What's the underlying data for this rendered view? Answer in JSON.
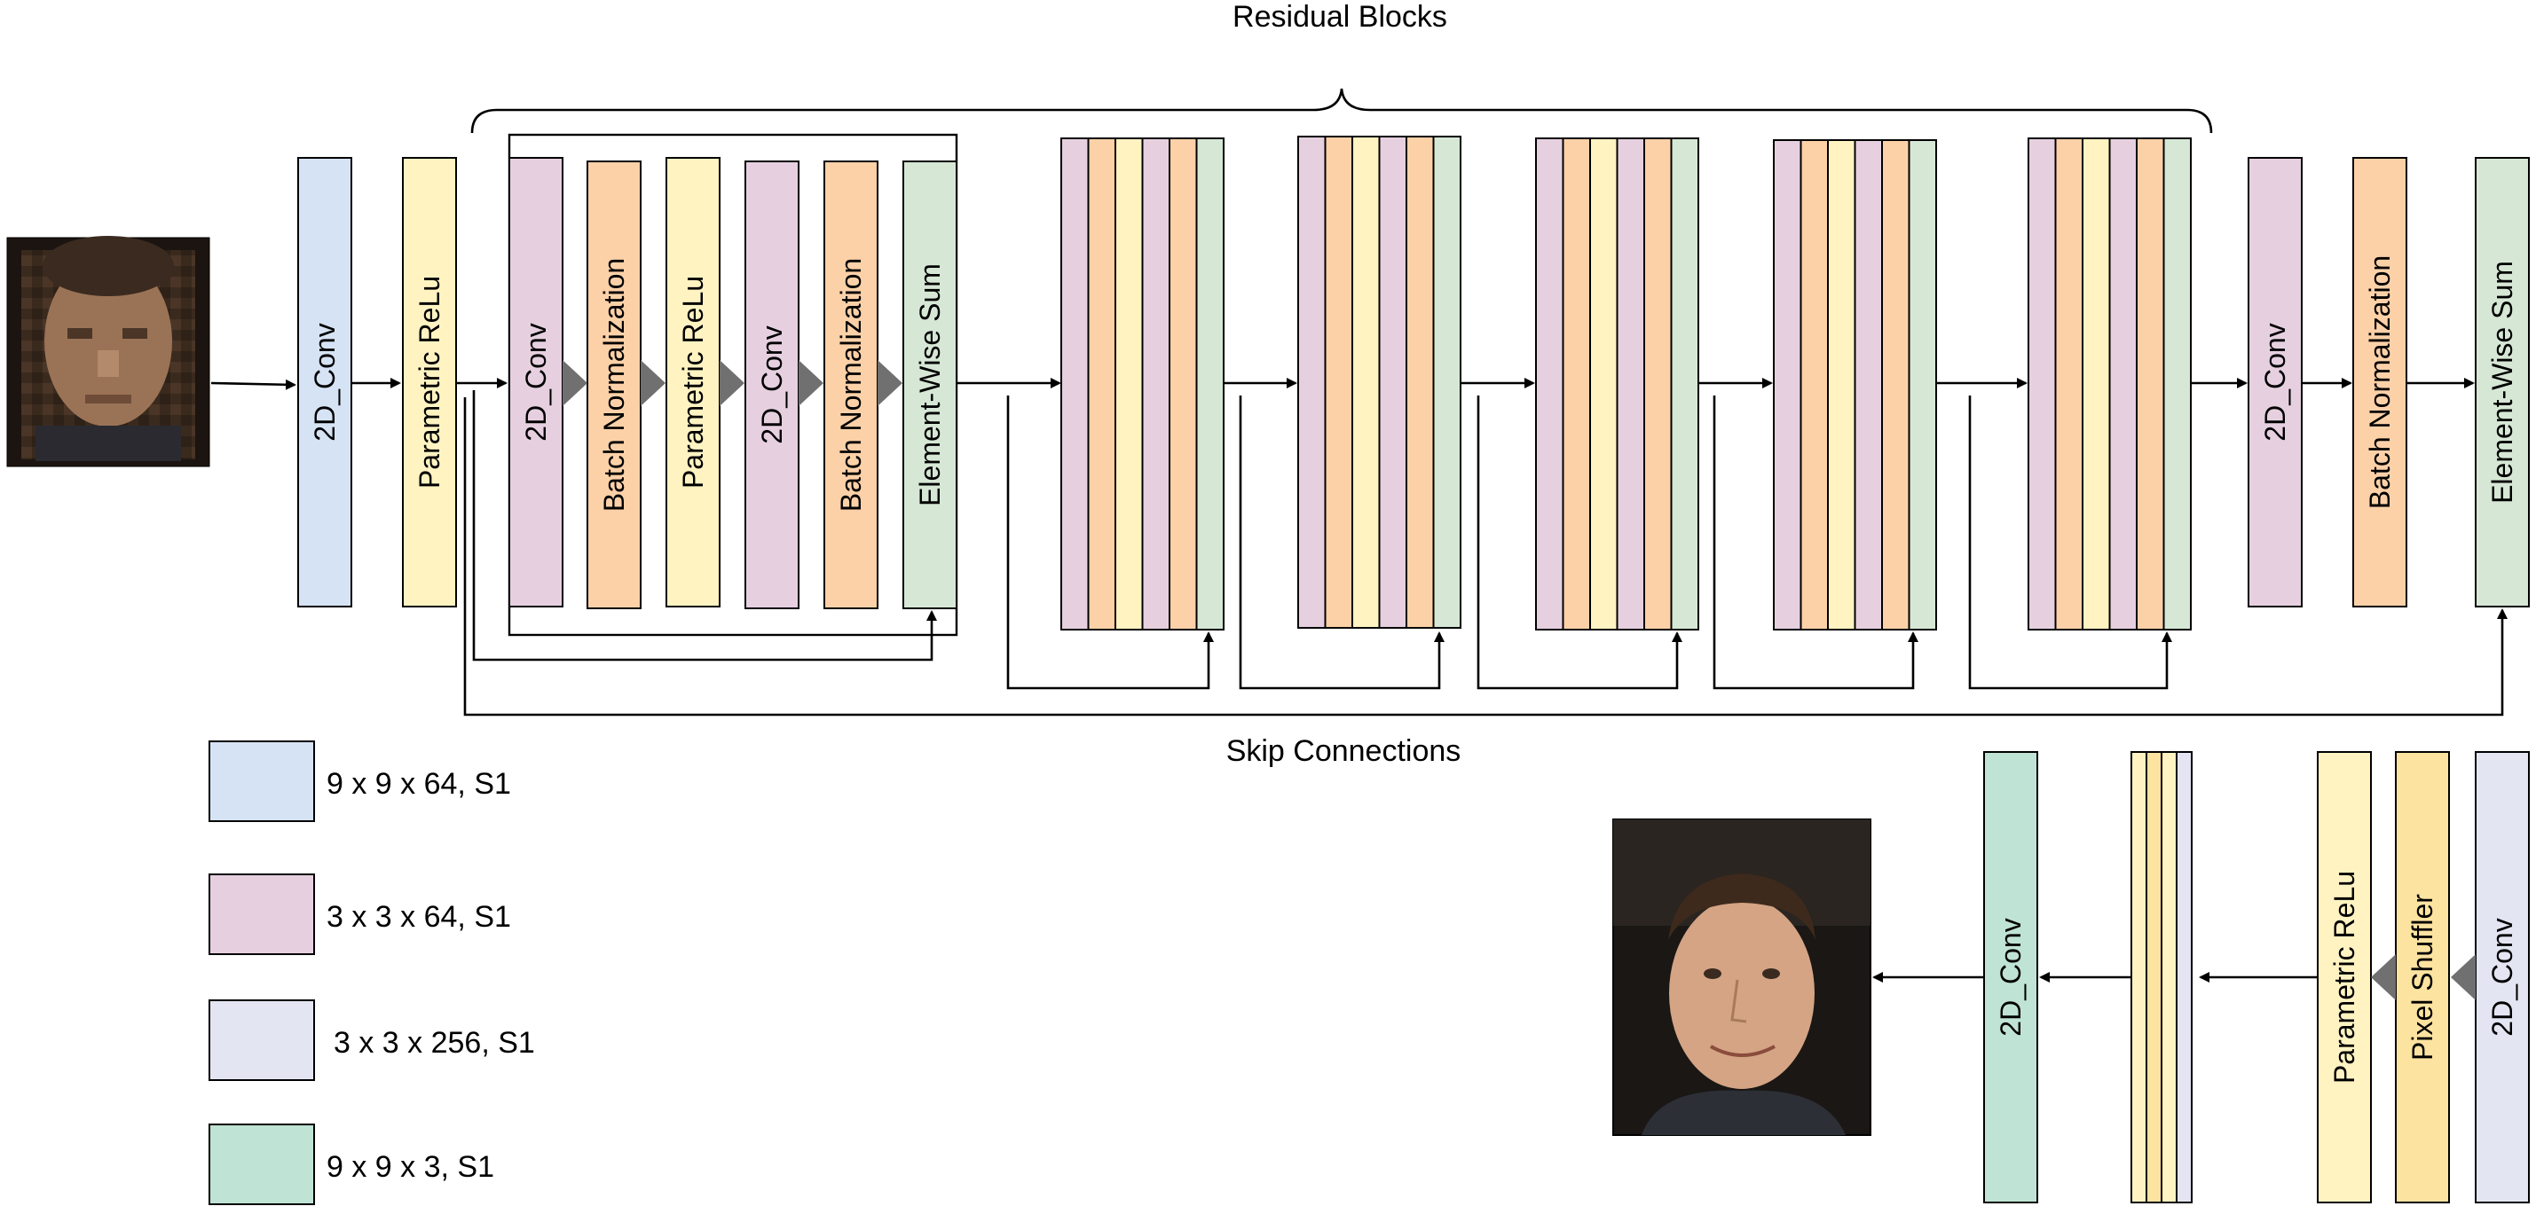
{
  "colors": {
    "blue": "#d6e3f4",
    "purple": "#e6d0e0",
    "orange": "#fdd1a8",
    "yellow": "#fff3c2",
    "green": "#d6e8d5",
    "lavender": "#e3e5f2",
    "teal": "#bfe3d4",
    "gold": "#fde3a0",
    "triangle": "#707070",
    "stroke": "#000000"
  },
  "labels": {
    "residual_blocks": "Residual Blocks",
    "skip_connections": "Skip Connections"
  },
  "input_layers": [
    {
      "label": "2D_Conv",
      "color": "blue"
    },
    {
      "label": "Parametric ReLu",
      "color": "yellow"
    }
  ],
  "residual_block_detail": [
    {
      "label": "2D_Conv",
      "color": "purple"
    },
    {
      "label": "Batch Normalization",
      "color": "orange"
    },
    {
      "label": "Parametric ReLu",
      "color": "yellow"
    },
    {
      "label": "2D_Conv",
      "color": "purple"
    },
    {
      "label": "Batch Normalization",
      "color": "orange"
    },
    {
      "label": "Element-Wise Sum",
      "color": "green"
    }
  ],
  "compact_block_stripes": [
    "purple",
    "orange",
    "yellow",
    "purple",
    "orange",
    "green"
  ],
  "post_residual_layers": [
    {
      "label": "2D_Conv",
      "color": "purple"
    },
    {
      "label": "Batch Normalization",
      "color": "orange"
    },
    {
      "label": "Element-Wise Sum",
      "color": "green"
    }
  ],
  "upsample_layers": [
    {
      "label": "2D_Conv",
      "color": "lavender"
    },
    {
      "label": "Pixel Shuffler",
      "color": "gold"
    },
    {
      "label": "Parametric ReLu",
      "color": "yellow"
    }
  ],
  "upsample_compact_stripes": [
    "yellow",
    "gold",
    "yellow",
    "lavender"
  ],
  "output_layer": {
    "label": "2D_Conv",
    "color": "teal"
  },
  "legend": [
    {
      "color": "blue",
      "text": "9 x 9 x 64, S1"
    },
    {
      "color": "purple",
      "text": "3 x 3 x 64, S1"
    },
    {
      "color": "lavender",
      "text": "3 x 3 x 256, S1"
    },
    {
      "color": "teal",
      "text": "9 x 9 x 3, S1"
    }
  ],
  "images": {
    "input": "low-resolution-face-image",
    "output": "super-resolved-face-image"
  }
}
